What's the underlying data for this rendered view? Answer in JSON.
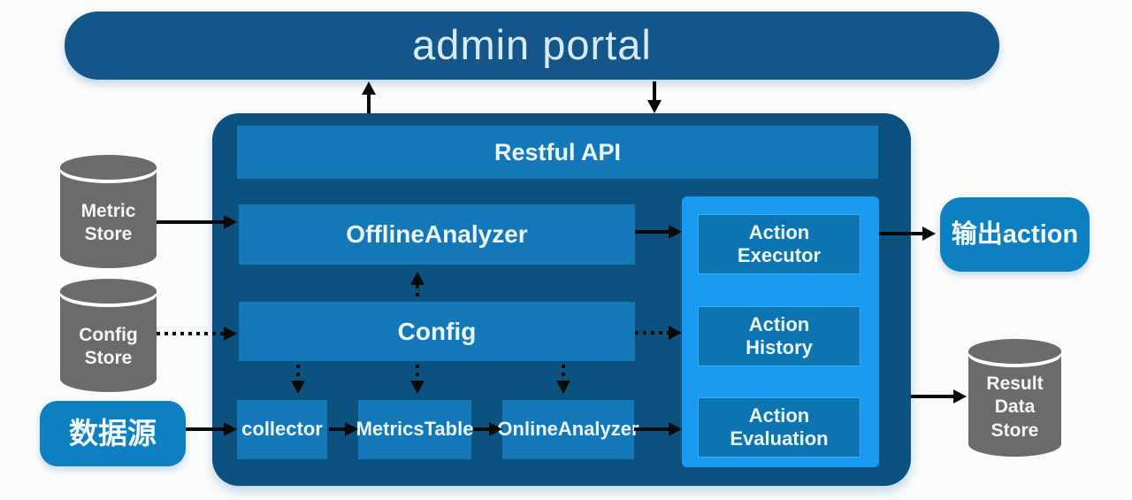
{
  "header": {
    "title": "admin portal"
  },
  "system": {
    "api": "Restful API",
    "offline_analyzer": "OfflineAnalyzer",
    "config": "Config",
    "pipeline": {
      "collector": "collector",
      "metrics_table": "MetricsTable",
      "online_analyzer": "OnlineAnalyzer"
    },
    "action_panel": {
      "executor": "Action\nExecutor",
      "history": "Action\nHistory",
      "evaluation": "Action\nEvaluation"
    }
  },
  "stores": {
    "metric": "Metric\nStore",
    "config": "Config\nStore",
    "result": "Result\nData\nStore"
  },
  "io": {
    "data_source": "数据源",
    "output_action": "输出action"
  },
  "colors": {
    "portal_bg": "#15568A",
    "container_bg": "#0B5280",
    "box_bg": "#1478B8",
    "panel_bg": "#189AF0",
    "panel_box_bg": "#0D74B2",
    "io_bg": "#0E80C2",
    "cylinder_gray": "#6B6B6B",
    "arrow": "#0A0A0A",
    "background": "#FCFCFC"
  }
}
